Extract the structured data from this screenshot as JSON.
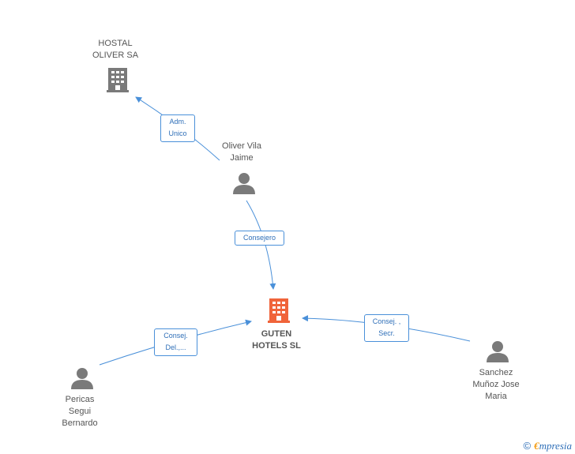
{
  "nodes": {
    "hostal": {
      "line1": "HOSTAL",
      "line2": "OLIVER SA"
    },
    "oliver": {
      "line1": "Oliver Vila",
      "line2": "Jaime"
    },
    "guten": {
      "line1": "GUTEN",
      "line2": "HOTELS SL"
    },
    "pericas": {
      "line1": "Pericas",
      "line2": "Segui",
      "line3": "Bernardo"
    },
    "sanchez": {
      "line1": "Sanchez",
      "line2": "Muñoz Jose",
      "line3": "Maria"
    }
  },
  "edges": {
    "adm": {
      "line1": "Adm.",
      "line2": "Unico"
    },
    "consejero": {
      "line1": "Consejero"
    },
    "consej_del": {
      "line1": "Consej.",
      "line2": "Del.,..."
    },
    "consej_secr": {
      "line1": "Consej. ,",
      "line2": "Secr."
    }
  },
  "footer": {
    "copyright": "©",
    "brand_e": "€",
    "brand_rest": "mpresia"
  },
  "colors": {
    "edge": "#4a90d9",
    "company_gray": "#7a7a7a",
    "company_main": "#f0643a",
    "person": "#7a7a7a"
  }
}
